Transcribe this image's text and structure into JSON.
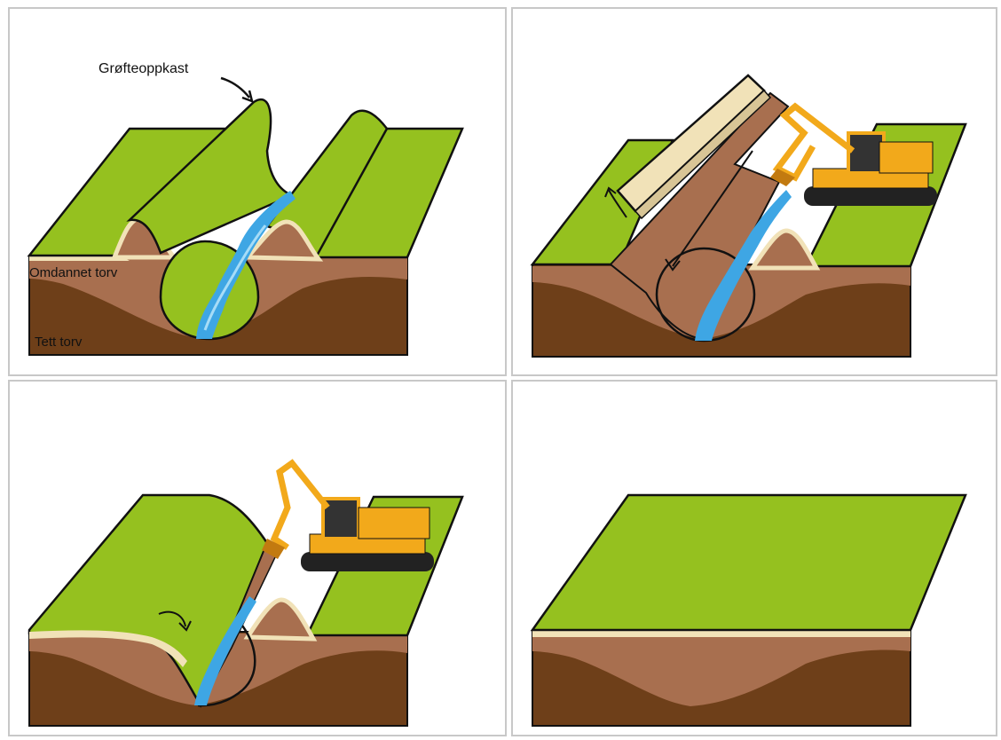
{
  "labels": {
    "spoil_bank": "Grøfteoppkast",
    "decomposed_peat": "Omdannet torv",
    "dense_peat": "Tett torv"
  },
  "colors": {
    "grass": "#95c11f",
    "grass_dark": "#86b01a",
    "decomposed_peat": "#a86f4f",
    "dense_peat": "#6e3f19",
    "sand_strip": "#f1e2b8",
    "water": "#3ea6e4",
    "water_light": "#a6dcf7",
    "outline": "#111111",
    "panel_border": "#c8c8c8",
    "excavator_yellow": "#f2a91b",
    "excavator_track": "#222222"
  },
  "icons": {
    "excavator": "excavator-icon",
    "arrow": "arrow-icon"
  }
}
